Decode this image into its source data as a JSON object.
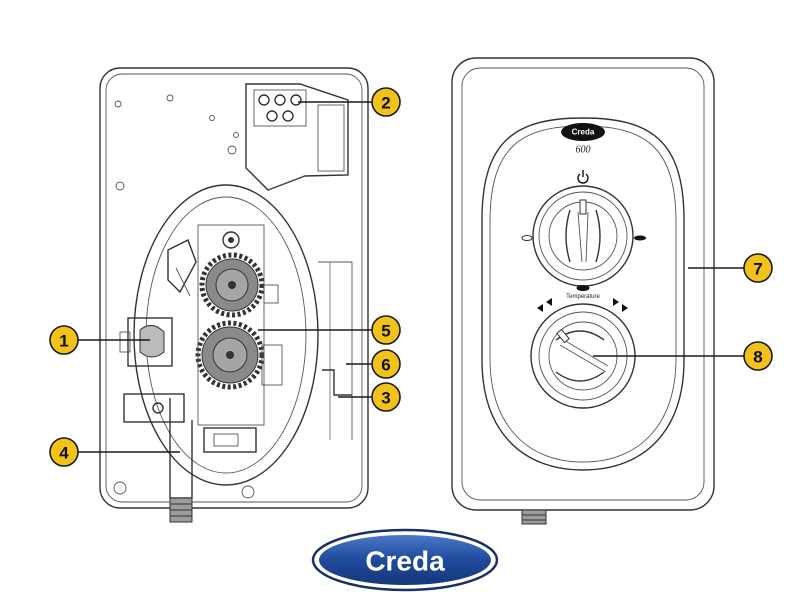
{
  "brand": {
    "logo_text": "Creda",
    "model_badge": "Creda",
    "model_number": "600"
  },
  "control_labels": {
    "temperature": "Temperature"
  },
  "callouts": [
    {
      "id": 1,
      "label": "1"
    },
    {
      "id": 2,
      "label": "2"
    },
    {
      "id": 3,
      "label": "3"
    },
    {
      "id": 4,
      "label": "4"
    },
    {
      "id": 5,
      "label": "5"
    },
    {
      "id": 6,
      "label": "6"
    },
    {
      "id": 7,
      "label": "7"
    },
    {
      "id": 8,
      "label": "8"
    }
  ],
  "colors": {
    "callout_fill": "#f2c21a",
    "logo_blue": "#1f4a9c"
  }
}
